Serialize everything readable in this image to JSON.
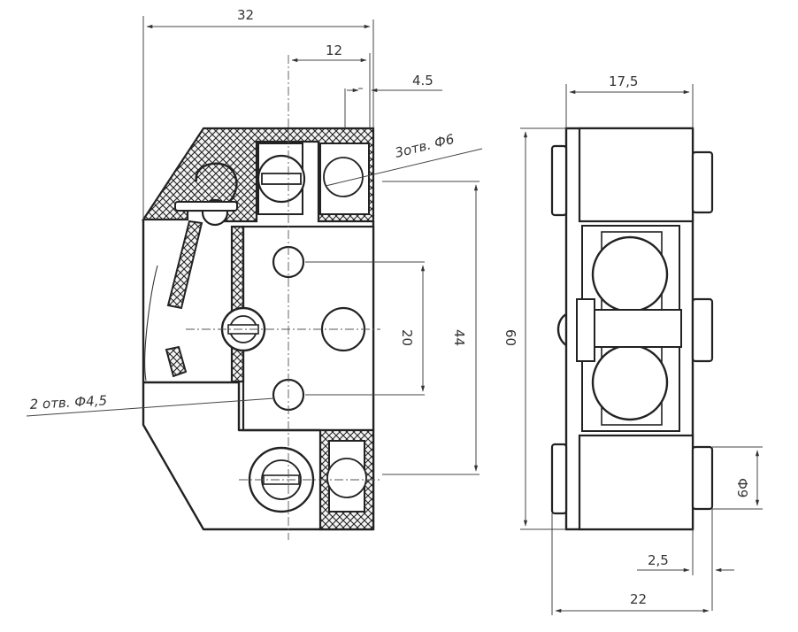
{
  "dimensions": {
    "overall_width": "32",
    "inner_offset": "12",
    "slot_width": "4.5",
    "holes_callout_3": "3отв. Ф6",
    "holes_callout_2": "2 отв. Ф4,5",
    "hole_spacing": "20",
    "body_height": "44",
    "total_height": "60",
    "side_width": "17,5",
    "side_total_width": "22",
    "tab_width": "2,5",
    "tab_diameter": "Ф9"
  }
}
